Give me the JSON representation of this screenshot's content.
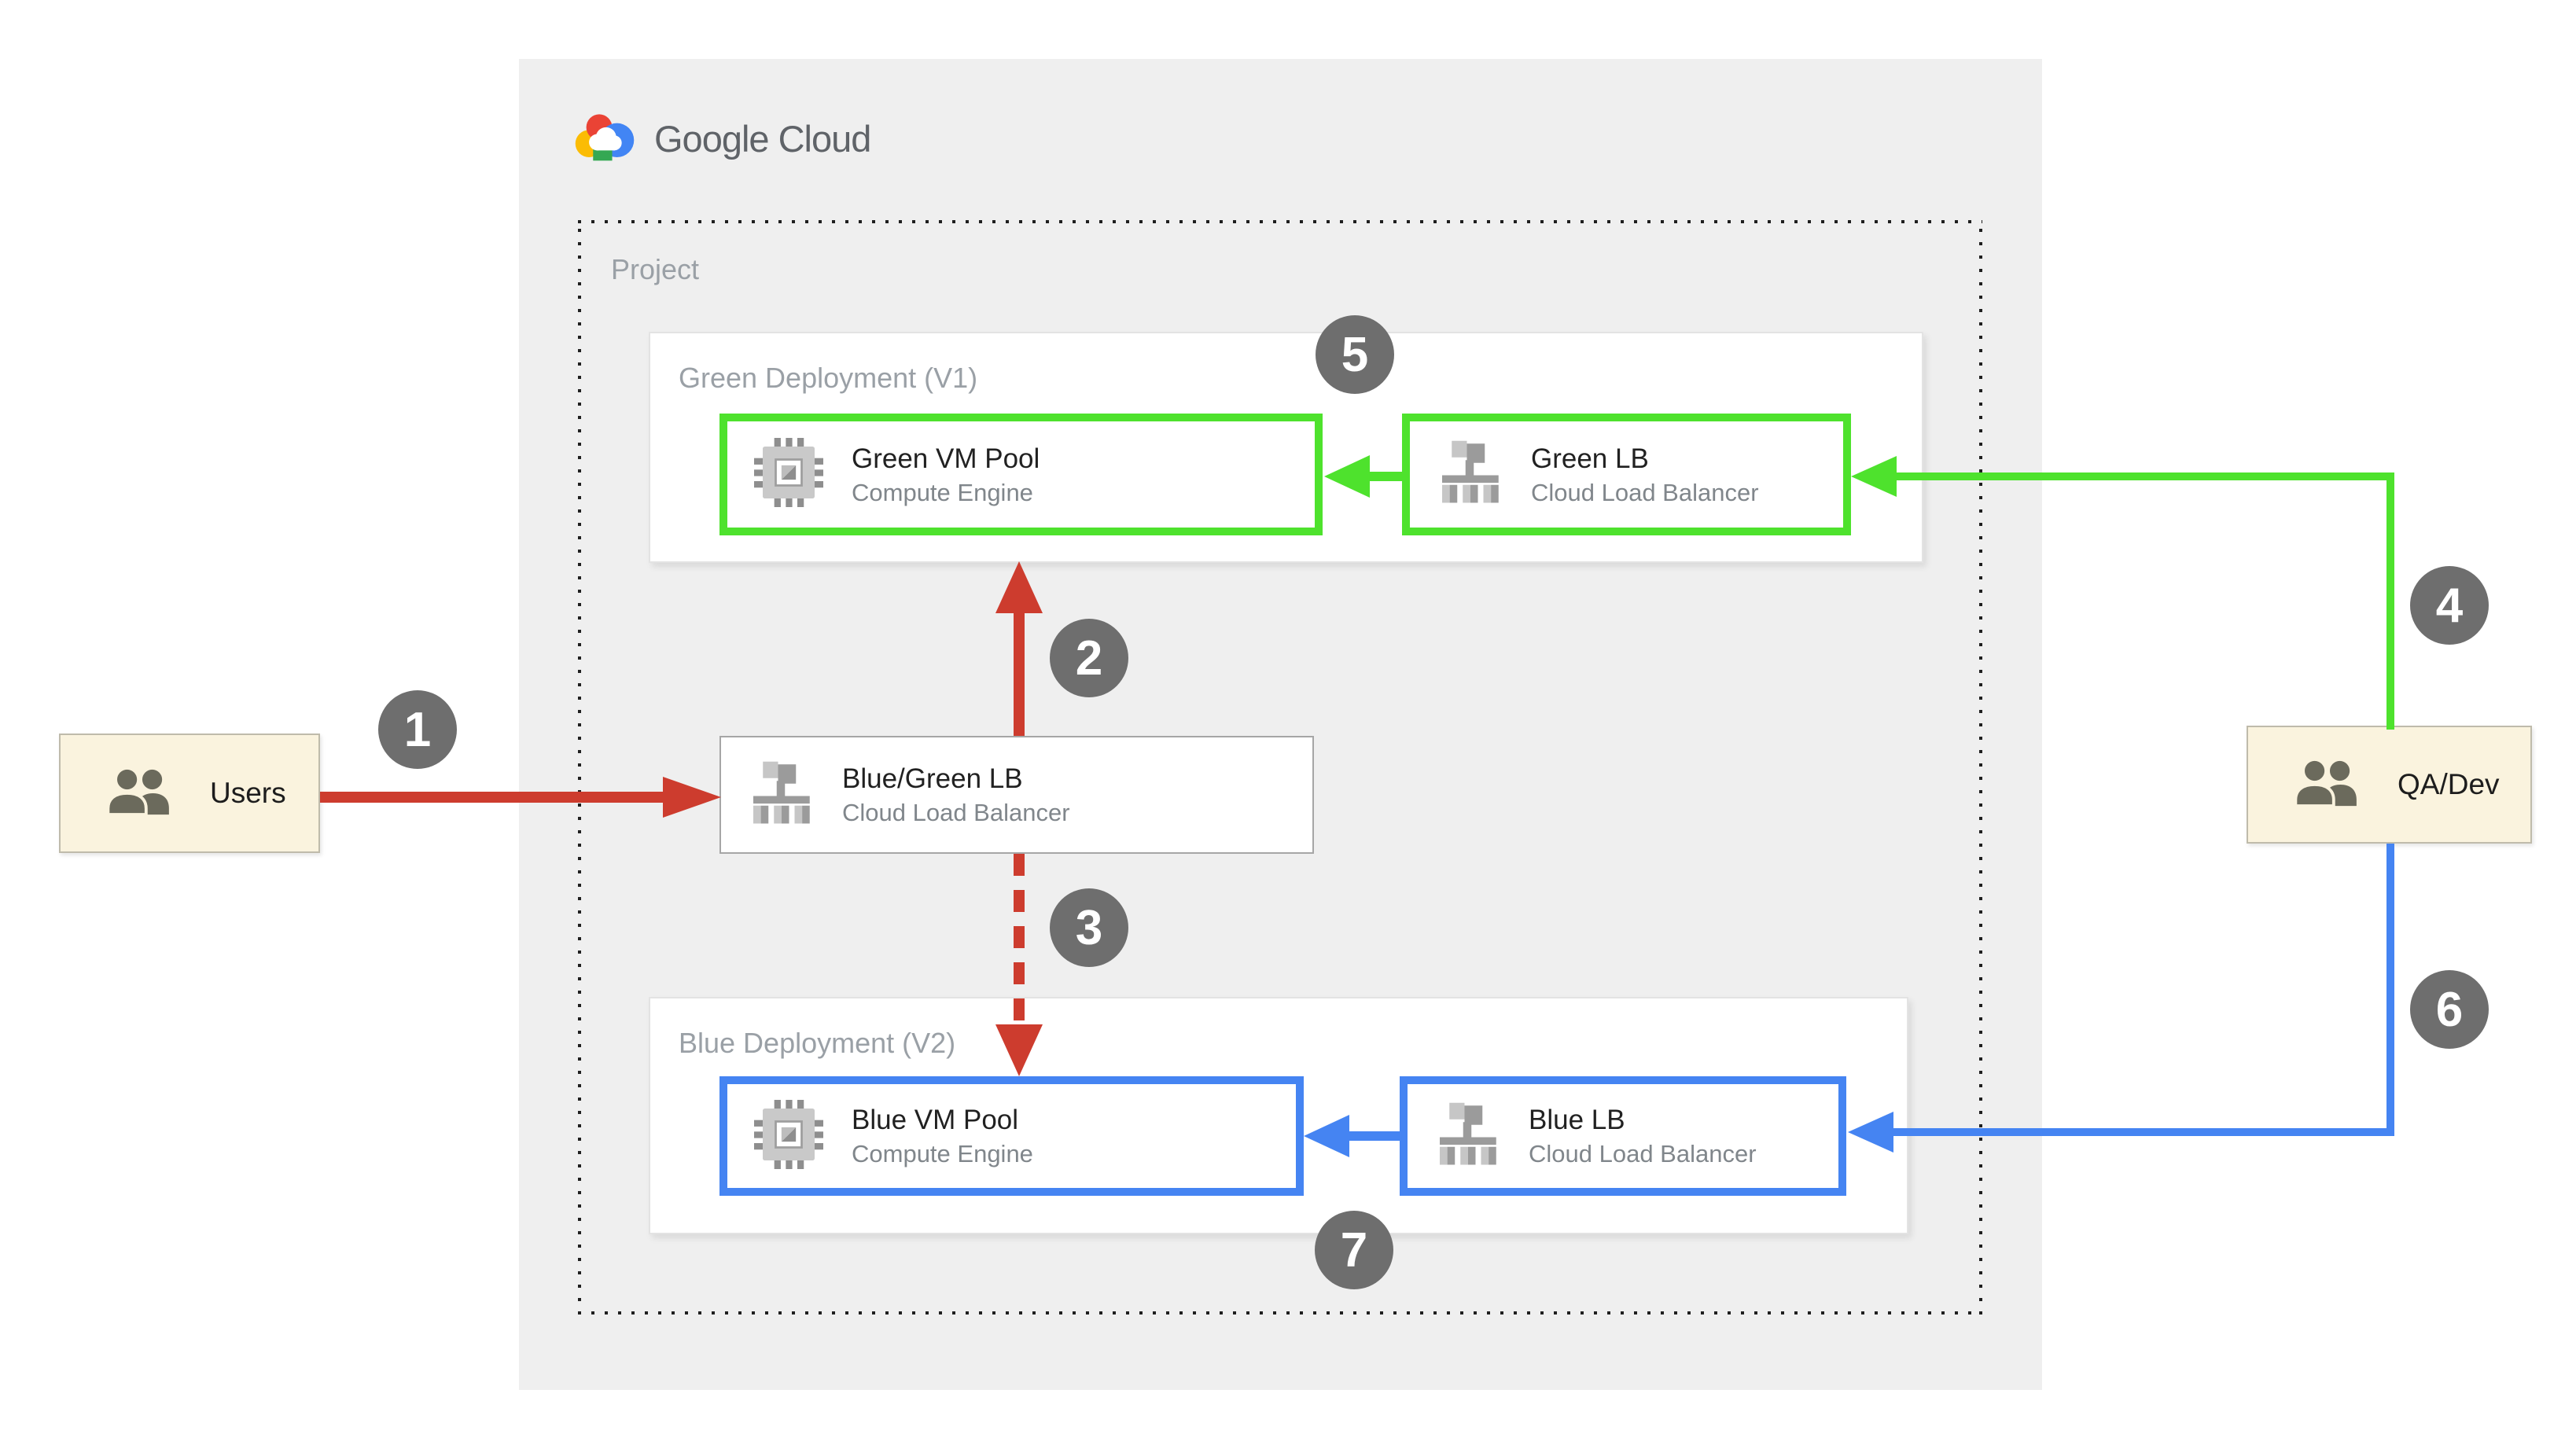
{
  "brand": {
    "name": "Google Cloud"
  },
  "project": {
    "label": "Project"
  },
  "deployments": {
    "green": {
      "label": "Green Deployment (V1)",
      "vm": {
        "title": "Green VM Pool",
        "subtitle": "Compute Engine",
        "icon": "compute-engine-icon"
      },
      "lb": {
        "title": "Green LB",
        "subtitle": "Cloud Load Balancer",
        "icon": "load-balancer-icon"
      }
    },
    "blue": {
      "label": "Blue Deployment (V2)",
      "vm": {
        "title": "Blue VM Pool",
        "subtitle": "Compute Engine",
        "icon": "compute-engine-icon"
      },
      "lb": {
        "title": "Blue LB",
        "subtitle": "Cloud Load Balancer",
        "icon": "load-balancer-icon"
      }
    }
  },
  "router": {
    "title": "Blue/Green LB",
    "subtitle": "Cloud Load Balancer",
    "icon": "load-balancer-icon"
  },
  "actors": {
    "users": {
      "label": "Users",
      "icon": "users-icon"
    },
    "qa": {
      "label": "QA/Dev",
      "icon": "users-icon"
    }
  },
  "steps": {
    "s1": "1",
    "s2": "2",
    "s3": "3",
    "s4": "4",
    "s5": "5",
    "s6": "6",
    "s7": "7"
  },
  "colors": {
    "green": "#4EE22D",
    "blue": "#4584F2",
    "red": "#CD3C2E",
    "badge": "#6E6E6E",
    "cream": "#FAF3DE",
    "panel": "#EFEFEF",
    "label": "#9AA0A6",
    "subtitle": "#80868B",
    "title": "#212121",
    "logoText": "#5F6368"
  }
}
